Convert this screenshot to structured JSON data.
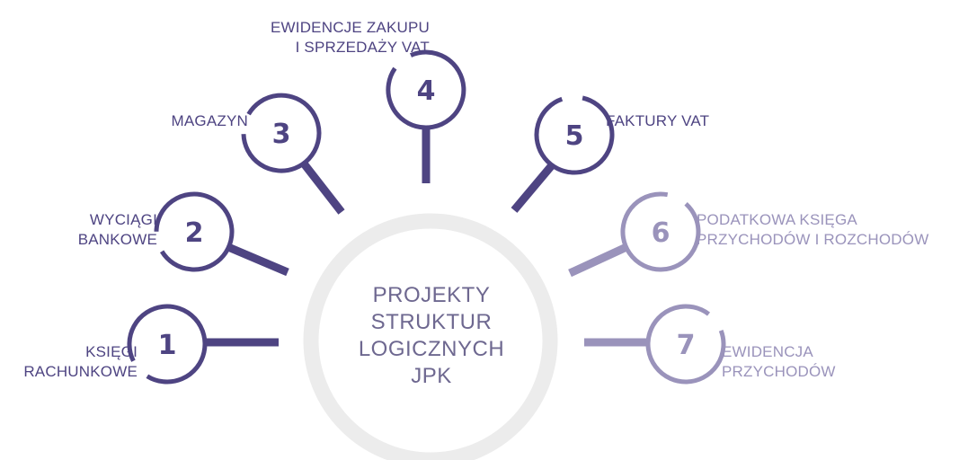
{
  "colors": {
    "dark": "#4e4482",
    "light": "#9a93bb",
    "ring": "#ececec",
    "center_text": "#6e6890"
  },
  "center": {
    "lines": [
      "PROJEKTY",
      "STRUKTUR",
      "LOGICZNYCH",
      "JPK"
    ]
  },
  "items": [
    {
      "number": "1",
      "label": [
        "KSIĘGI",
        "RACHUNKOWE"
      ],
      "tone": "dark"
    },
    {
      "number": "2",
      "label": [
        "WYCIĄGI",
        "BANKOWE"
      ],
      "tone": "dark"
    },
    {
      "number": "3",
      "label": [
        "MAGAZYN"
      ],
      "tone": "dark"
    },
    {
      "number": "4",
      "label": [
        "EWIDENCJE ZAKUPU",
        "I SPRZEDAŻY VAT"
      ],
      "tone": "dark"
    },
    {
      "number": "5",
      "label": [
        "FAKTURY VAT"
      ],
      "tone": "dark"
    },
    {
      "number": "6",
      "label": [
        "PODATKOWA KSIĘGA",
        "PRZYCHODÓW I ROZCHODÓW"
      ],
      "tone": "light"
    },
    {
      "number": "7",
      "label": [
        "EWIDENCJA",
        "PRZYCHODÓW"
      ],
      "tone": "light"
    }
  ]
}
